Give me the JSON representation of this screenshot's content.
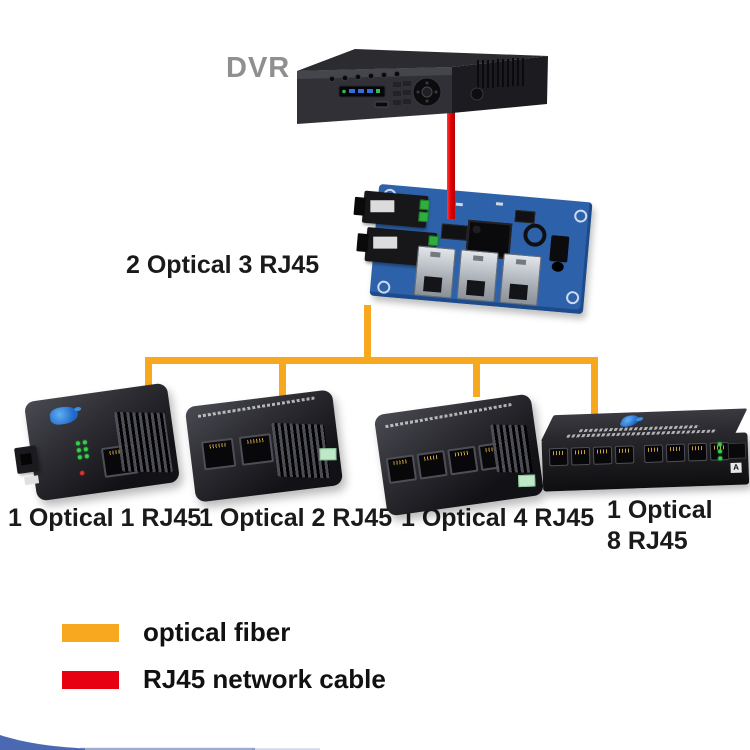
{
  "colors": {
    "optical_fiber_orange": "#F7A81F",
    "rj45_cable_red": "#E60012",
    "corner_swoosh_blue": "#4A69B2",
    "pcb_blue": "#2D62AA",
    "label_text": "#1A1A1A",
    "dvr_label_gray": "#8F8F8F"
  },
  "dvr": {
    "label": "DVR"
  },
  "hub": {
    "label": "2 Optical 3 RJ45",
    "optical_ports": 2,
    "rj45_ports": 3
  },
  "devices": [
    {
      "id": "converter-1",
      "label": "1 Optical 1 RJ45",
      "optical_ports": 1,
      "rj45_ports": 1
    },
    {
      "id": "converter-2",
      "label": "1 Optical 2 RJ45",
      "optical_ports": 1,
      "rj45_ports": 2
    },
    {
      "id": "converter-4",
      "label": "1 Optical 4 RJ45",
      "optical_ports": 1,
      "rj45_ports": 4
    },
    {
      "id": "switch-8",
      "label_line1": "1 Optical",
      "label_line2": "8 RJ45",
      "optical_ports": 1,
      "rj45_ports": 8,
      "optical_port_label": "A"
    }
  ],
  "legend": {
    "items": [
      {
        "label": "optical fiber",
        "color": "#F7A81F"
      },
      {
        "label": "RJ45 network cable",
        "color": "#E60012"
      }
    ]
  }
}
